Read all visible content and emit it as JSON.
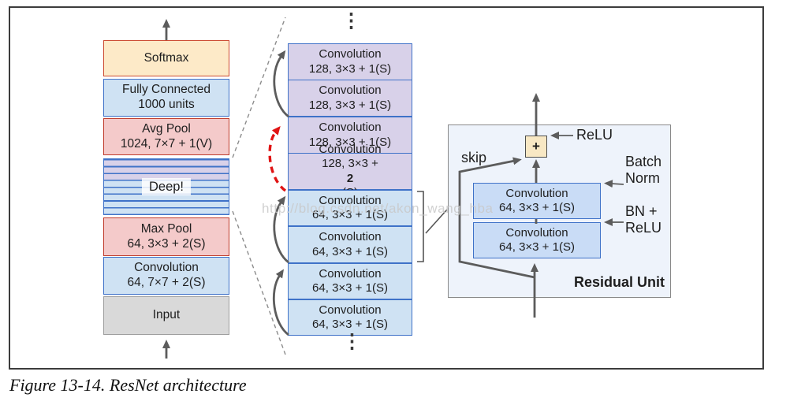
{
  "figure": {
    "caption": "Figure 13-14. ResNet architecture",
    "watermark": "http://blog.csdn.net/akon_wang_hba"
  },
  "colors": {
    "blue_fill": "#cfe2f3",
    "blue_border": "#3f72c8",
    "lavender_fill": "#d8d1e9",
    "pink_fill": "#f4caca",
    "red_border": "#bf3a2b",
    "cream_fill": "#fdeac8",
    "orange_border": "#cc4a31",
    "gray_fill": "#d9d9d9",
    "gray_border": "#9e9e9e",
    "panel_fill": "#eef3fb",
    "panel_border": "#898989",
    "panel_conv_fill": "#c9dcf6",
    "plus_fill": "#f8e8c4",
    "plus_border": "#4d4d4d",
    "arrow_gray": "#5c5c5c",
    "arrow_red": "#e01313",
    "dash_gray": "#8c8c8c",
    "text": "#1e1e1e",
    "watermark": "#c9c9c9",
    "frame_border": "#3c3c3c"
  },
  "left_column": {
    "boxes": [
      {
        "line1": "Softmax"
      },
      {
        "line1": "Fully Connected",
        "line2": "1000 units"
      },
      {
        "line1": "Avg Pool",
        "line2": "1024, 7×7 + 1(V)"
      },
      {
        "label": "Deep!"
      },
      {
        "line1": "Max Pool",
        "line2": "64, 3×3 + 2(S)"
      },
      {
        "line1": "Convolution",
        "line2": "64, 7×7 + 2(S)"
      },
      {
        "line1": "Input"
      }
    ]
  },
  "middle_column": {
    "ellipsis": "⋮",
    "boxes": [
      {
        "line1": "Convolution",
        "line2": "128, 3×3 + 1(S)"
      },
      {
        "line1": "Convolution",
        "line2": "128, 3×3 + 1(S)"
      },
      {
        "line1": "Convolution",
        "line2": "128, 3×3 + 1(S)"
      },
      {
        "line1": "Convolution",
        "line2_pre": "128, 3×3 + ",
        "line2_bold": "2",
        "line2_post": "(S)"
      },
      {
        "line1": "Convolution",
        "line2": "64, 3×3 + 1(S)"
      },
      {
        "line1": "Convolution",
        "line2": "64, 3×3 + 1(S)"
      },
      {
        "line1": "Convolution",
        "line2": "64, 3×3 + 1(S)"
      },
      {
        "line1": "Convolution",
        "line2": "64, 3×3 + 1(S)"
      }
    ]
  },
  "residual_unit": {
    "title": "Residual Unit",
    "plus": "+",
    "labels": {
      "skip": "skip",
      "relu": "ReLU",
      "batch_norm_line1": "Batch",
      "batch_norm_line2": "Norm",
      "bn_relu_line1": "BN +",
      "bn_relu_line2": "ReLU"
    },
    "boxes": [
      {
        "line1": "Convolution",
        "line2": "64, 3×3 + 1(S)"
      },
      {
        "line1": "Convolution",
        "line2": "64, 3×3 + 1(S)"
      }
    ]
  }
}
